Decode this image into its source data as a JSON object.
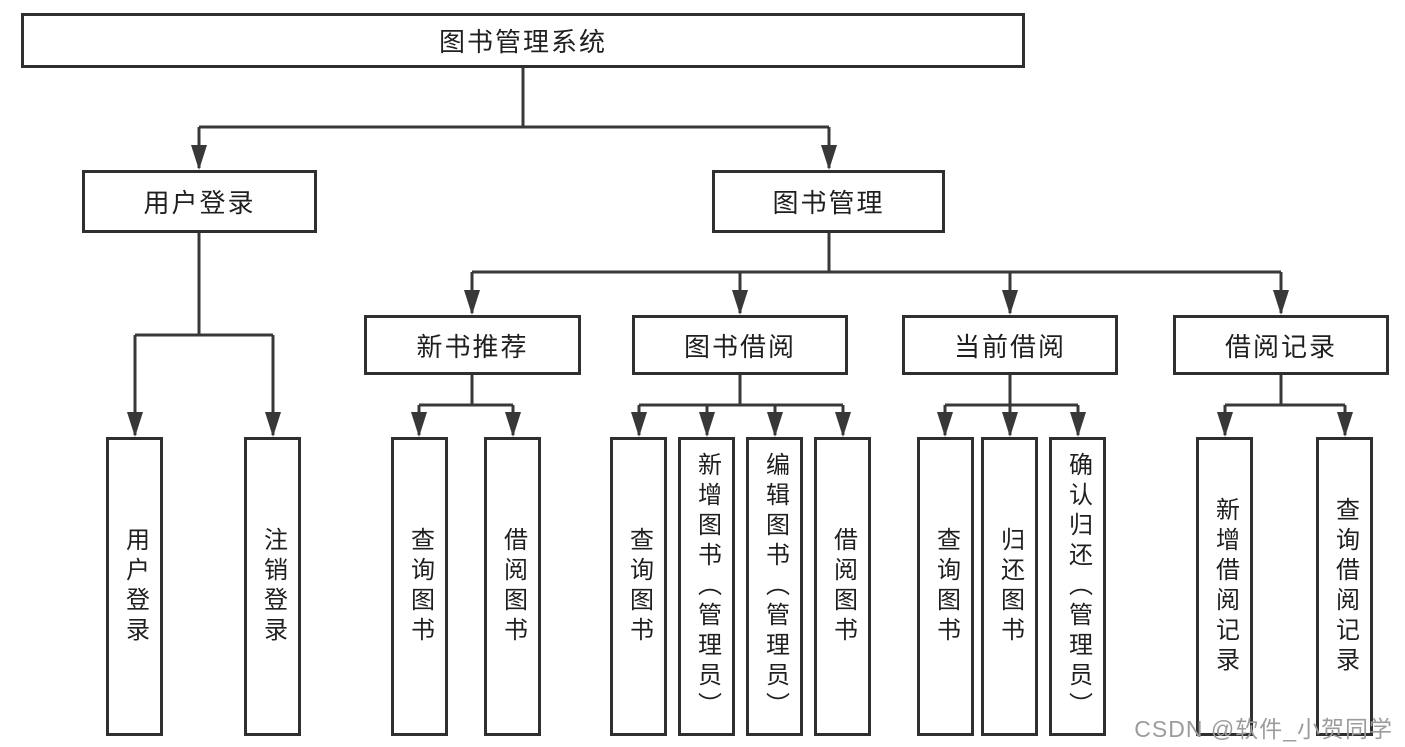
{
  "tree": {
    "root": {
      "label": "图书管理系统"
    },
    "branches": [
      {
        "label": "用户登录",
        "children": [
          {
            "label": "用户登录"
          },
          {
            "label": "注销登录"
          }
        ]
      },
      {
        "label": "图书管理",
        "children": [
          {
            "label": "新书推荐",
            "children": [
              {
                "label": "查询图书"
              },
              {
                "label": "借阅图书"
              }
            ]
          },
          {
            "label": "图书借阅",
            "children": [
              {
                "label": "查询图书"
              },
              {
                "label": "新增图书（管理员）"
              },
              {
                "label": "编辑图书（管理员）"
              },
              {
                "label": "借阅图书"
              }
            ]
          },
          {
            "label": "当前借阅",
            "children": [
              {
                "label": "查询图书"
              },
              {
                "label": "归还图书"
              },
              {
                "label": "确认归还（管理员）"
              }
            ]
          },
          {
            "label": "借阅记录",
            "children": [
              {
                "label": "新增借阅记录"
              },
              {
                "label": "查询借阅记录"
              }
            ]
          }
        ]
      }
    ]
  },
  "watermark": "CSDN @软件_小贺同学",
  "colors": {
    "line": "#383838",
    "box_border": "#2f2f2f",
    "text": "#1f1f1f",
    "watermark": "#9c9c9c",
    "background": "#ffffff"
  }
}
